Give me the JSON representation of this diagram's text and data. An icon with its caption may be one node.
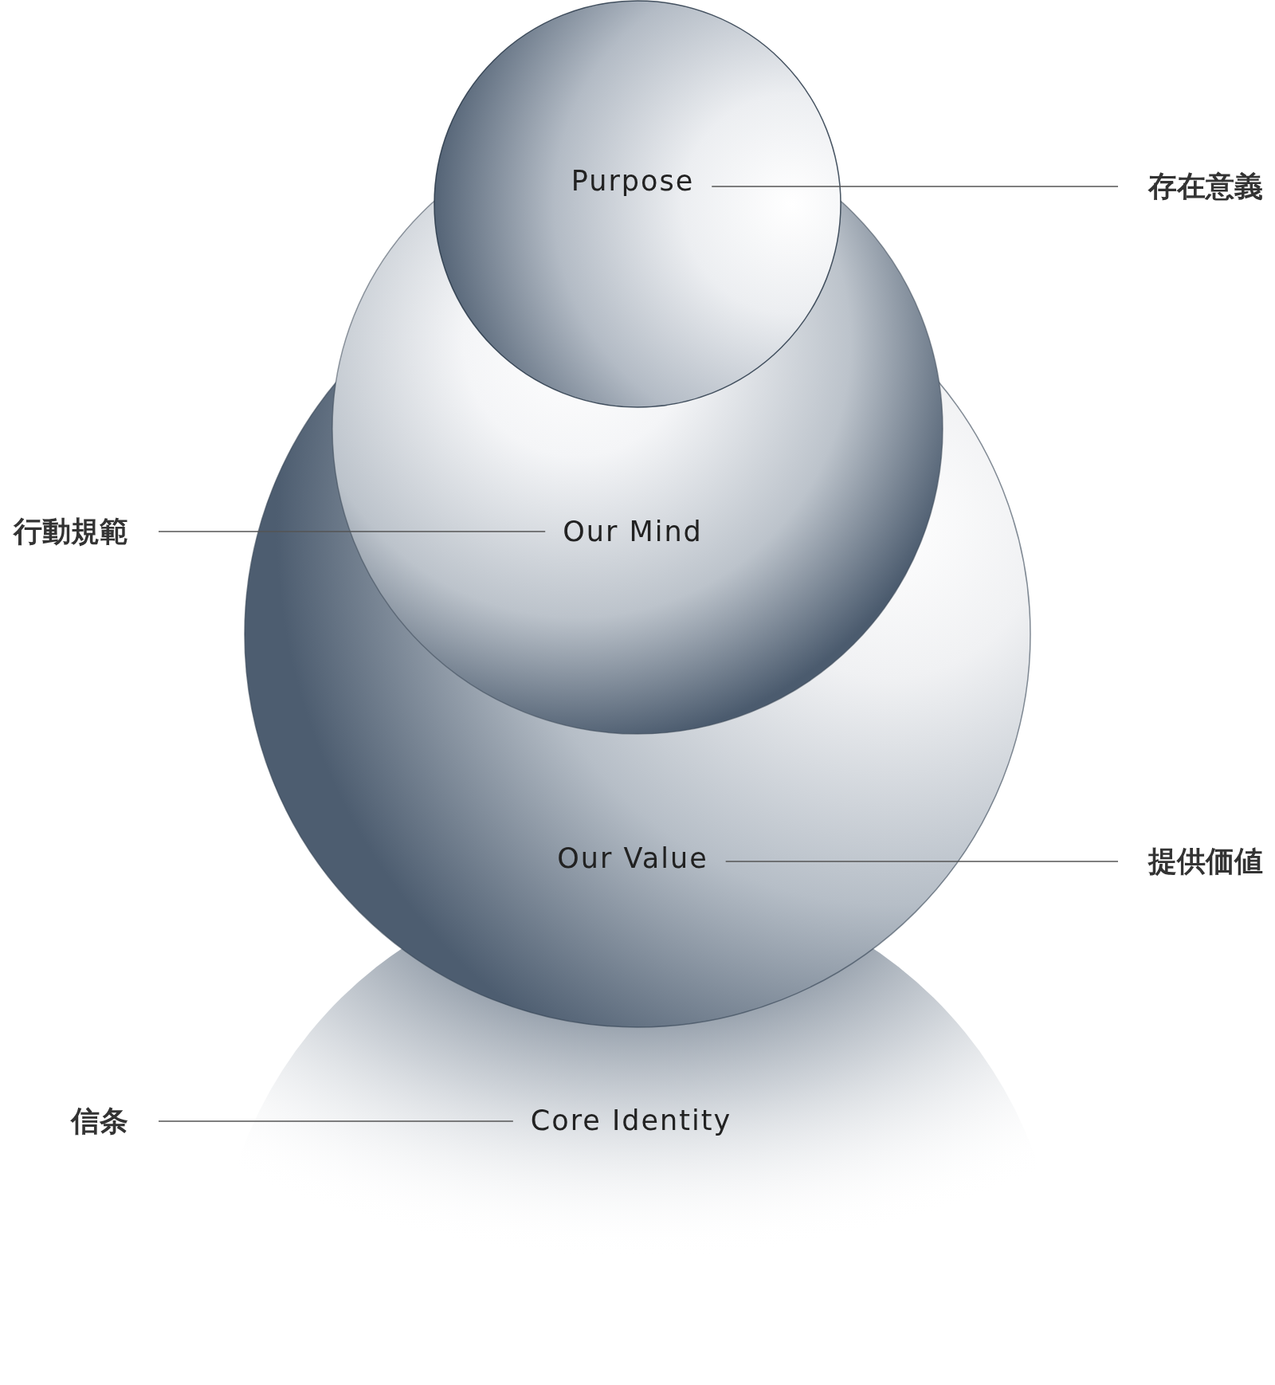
{
  "diagram": {
    "nodes": [
      {
        "text": [
          "Purpose"
        ]
      },
      {
        "text": [
          "Our Mind"
        ]
      },
      {
        "text": [
          "Our Value"
        ]
      },
      {
        "text": [
          "Core Identity"
        ]
      },
      {
        "text": [
          "存在意義"
        ]
      },
      {
        "text": [
          "行動規範"
        ]
      },
      {
        "text": [
          "提供価値"
        ]
      },
      {
        "text": [
          "信条"
        ]
      }
    ],
    "edges": [
      {
        "from": 4,
        "to": 0,
        "arrow": "none"
      },
      {
        "from": 5,
        "to": 1,
        "arrow": "none"
      },
      {
        "from": 6,
        "to": 2,
        "arrow": "none"
      },
      {
        "from": 7,
        "to": 3,
        "arrow": "none"
      }
    ]
  }
}
